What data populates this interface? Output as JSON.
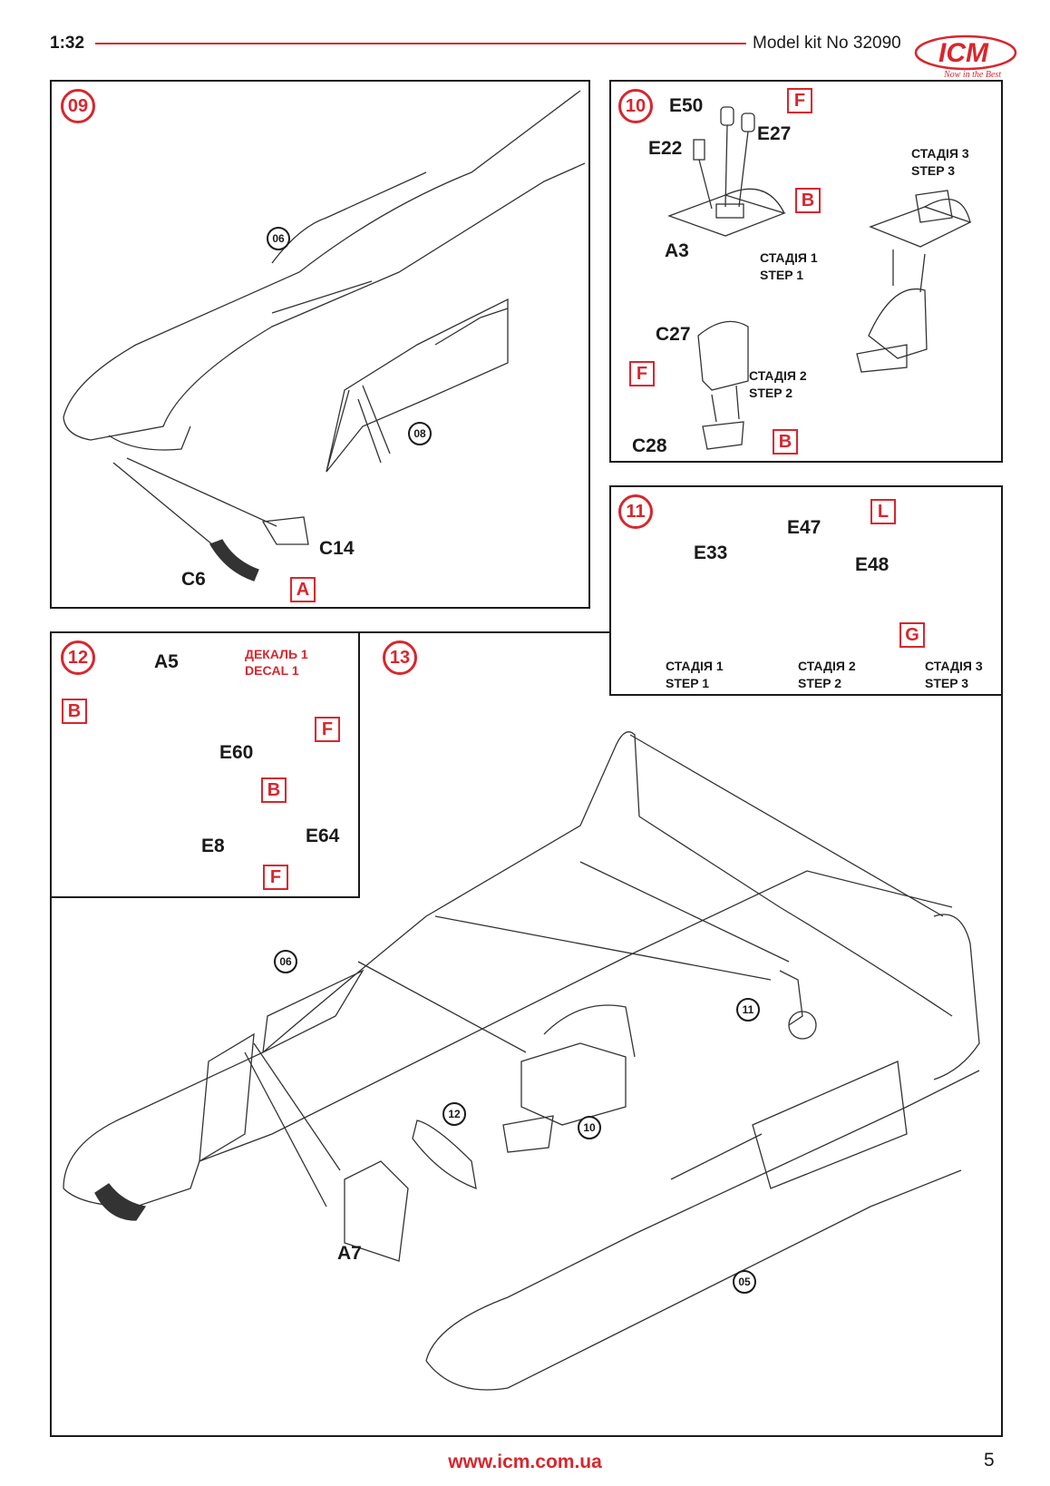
{
  "header": {
    "scale": "1:32",
    "kit_label": "Model kit No 32090",
    "logo_text": "ICM",
    "logo_tagline": "Now in the Best"
  },
  "steps": {
    "s09": {
      "number": "09",
      "refs": [
        "06",
        "08"
      ],
      "parts": [
        "C14",
        "C6"
      ],
      "colors": [
        "A"
      ]
    },
    "s10": {
      "number": "10",
      "parts": [
        "E50",
        "E27",
        "E22",
        "A3",
        "C27",
        "C28"
      ],
      "colors": [
        "F",
        "B",
        "F",
        "B"
      ],
      "stages": [
        {
          "ua": "СТАДІЯ 1",
          "en": "STEP 1"
        },
        {
          "ua": "СТАДІЯ 2",
          "en": "STEP 2"
        },
        {
          "ua": "СТАДІЯ 3",
          "en": "STEP 3"
        }
      ]
    },
    "s11": {
      "number": "11",
      "parts": [
        "E33",
        "E47",
        "E48"
      ],
      "colors": [
        "L",
        "G"
      ],
      "stages": [
        {
          "ua": "СТАДІЯ 1",
          "en": "STEP 1"
        },
        {
          "ua": "СТАДІЯ 2",
          "en": "STEP 2"
        },
        {
          "ua": "СТАДІЯ 3",
          "en": "STEP 3"
        }
      ]
    },
    "s12": {
      "number": "12",
      "parts": [
        "A5",
        "E60",
        "E64",
        "E8"
      ],
      "colors": [
        "B",
        "F",
        "B",
        "F"
      ],
      "decal": {
        "ua": "ДЕКАЛЬ 1",
        "en": "DECAL 1"
      }
    },
    "s13": {
      "number": "13",
      "refs": [
        "06",
        "11",
        "12",
        "10",
        "05"
      ],
      "parts": [
        "A7"
      ]
    }
  },
  "footer": {
    "url": "www.icm.com.ua",
    "page": "5"
  },
  "colors": {
    "accent": "#d8262e",
    "ink": "#1a1a1a"
  }
}
